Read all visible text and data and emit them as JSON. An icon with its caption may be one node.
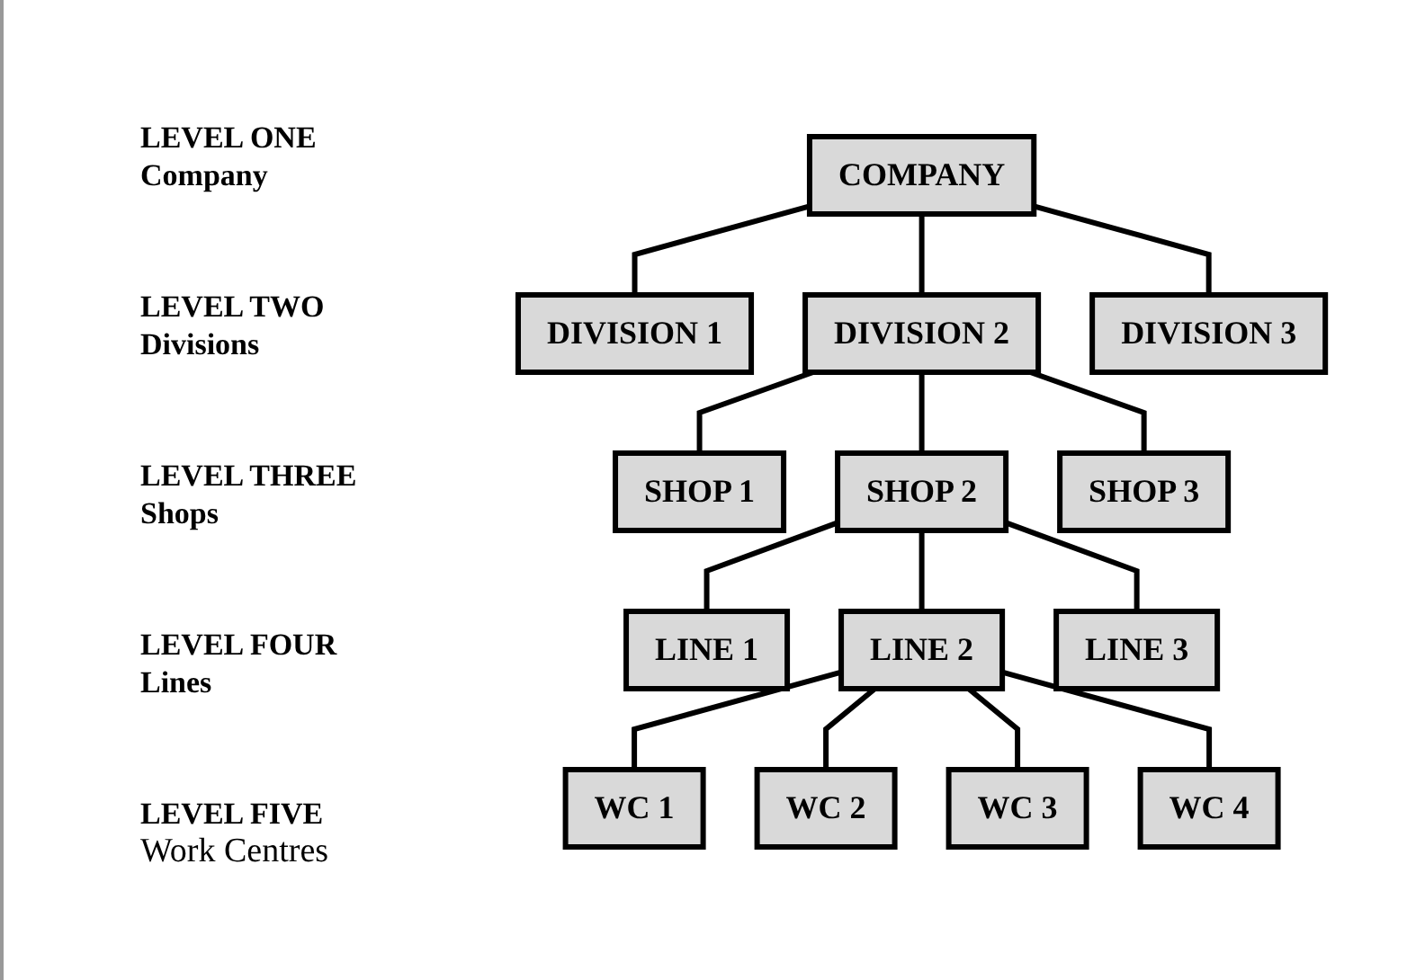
{
  "diagram": {
    "nodes": [
      {
        "text": [
          "COMPANY"
        ]
      },
      {
        "text": [
          "DIVISION 1"
        ]
      },
      {
        "text": [
          "DIVISION 2"
        ]
      },
      {
        "text": [
          "DIVISION 3"
        ]
      },
      {
        "text": [
          "SHOP 1"
        ]
      },
      {
        "text": [
          "SHOP 2"
        ]
      },
      {
        "text": [
          "SHOP 3"
        ]
      },
      {
        "text": [
          "LINE 1"
        ]
      },
      {
        "text": [
          "LINE 2"
        ]
      },
      {
        "text": [
          "LINE 3"
        ]
      },
      {
        "text": [
          "WC 1"
        ]
      },
      {
        "text": [
          "WC 2"
        ]
      },
      {
        "text": [
          "WC 3"
        ]
      },
      {
        "text": [
          "WC 4"
        ]
      }
    ],
    "edges": [
      {
        "from": 0,
        "to": 1,
        "arrow": "none"
      },
      {
        "from": 0,
        "to": 2,
        "arrow": "none"
      },
      {
        "from": 0,
        "to": 3,
        "arrow": "none"
      },
      {
        "from": 2,
        "to": 4,
        "arrow": "none"
      },
      {
        "from": 2,
        "to": 5,
        "arrow": "none"
      },
      {
        "from": 2,
        "to": 6,
        "arrow": "none"
      },
      {
        "from": 5,
        "to": 7,
        "arrow": "none"
      },
      {
        "from": 5,
        "to": 8,
        "arrow": "none"
      },
      {
        "from": 5,
        "to": 9,
        "arrow": "none"
      },
      {
        "from": 8,
        "to": 10,
        "arrow": "none"
      },
      {
        "from": 8,
        "to": 11,
        "arrow": "none"
      },
      {
        "from": 8,
        "to": 12,
        "arrow": "none"
      },
      {
        "from": 8,
        "to": 13,
        "arrow": "none"
      }
    ],
    "labels": [
      "LEVEL ONE",
      "Company",
      "LEVEL TWO",
      "Divisions",
      "LEVEL THREE",
      "Shops",
      "LEVEL FOUR",
      "Lines",
      "LEVEL FIVE",
      "Work Centres"
    ]
  }
}
